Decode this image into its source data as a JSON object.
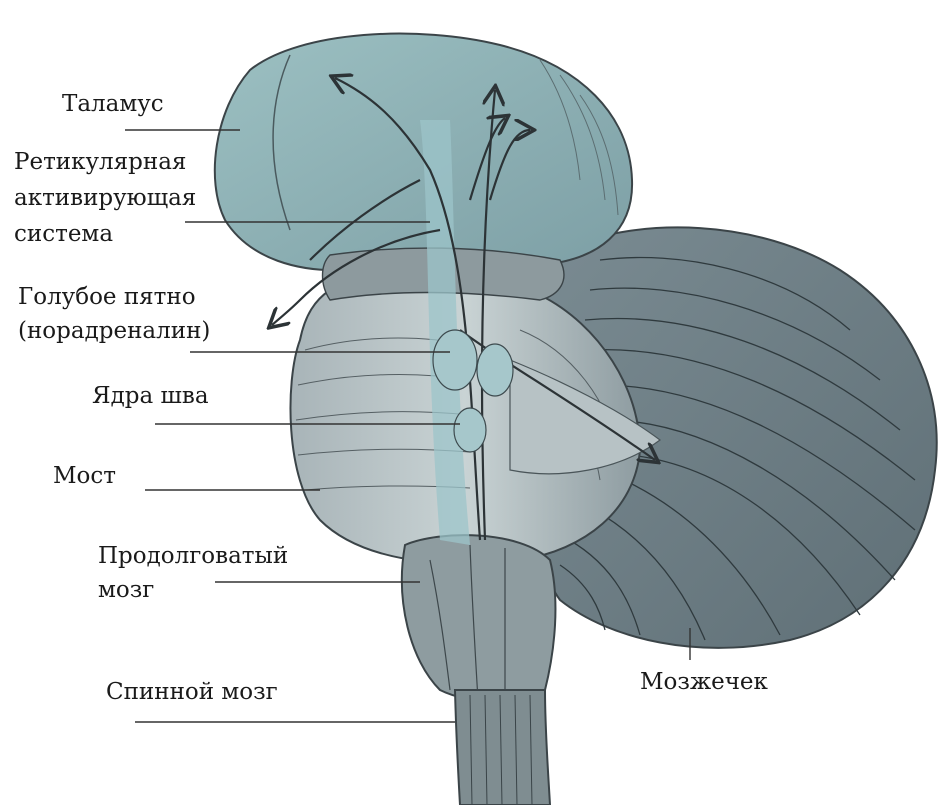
{
  "labels": {
    "thalamus": "Таламус",
    "reticular": [
      "Ретикулярная",
      "активирующая",
      "система"
    ],
    "locus": [
      "Голубое пятно",
      "(норадреналин)"
    ],
    "raphe": "Ядра шва",
    "pons": "Мост",
    "medulla": [
      "Продолговатый",
      "мозг"
    ],
    "spinal": "Спинной мозг",
    "cerebellum": "Мозжечек"
  },
  "colors": {
    "thalamus_fill": "#8fb2b5",
    "brainstem_fill": "#8a9fa4",
    "cerebellum_fill": "#6f7f86",
    "outline": "#3b4448",
    "leader": "#333333",
    "text": "#1a1a1a"
  }
}
